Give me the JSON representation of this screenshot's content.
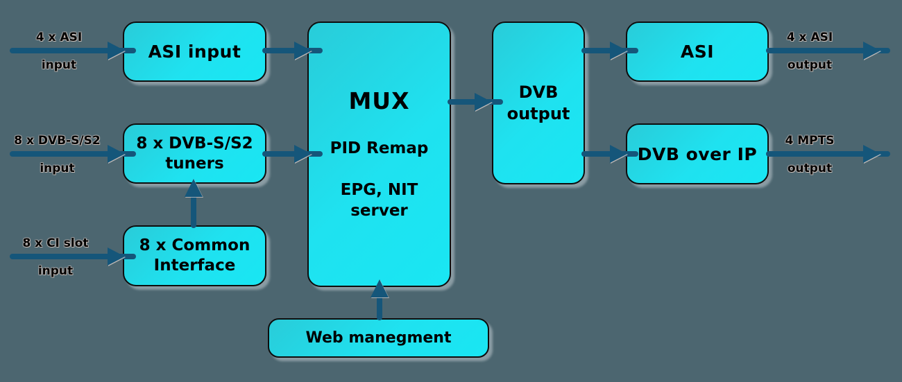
{
  "colors": {
    "background": "#4c6670",
    "box_fill": "#1fdbe9",
    "box_border": "#0d0d0d",
    "arrow": "#15567a",
    "text": "#000000"
  },
  "nodes": {
    "asi_input": {
      "label": "ASI input"
    },
    "dvb_tuners": {
      "line1": "8 x DVB-S/S2",
      "line2": "tuners"
    },
    "common_interface": {
      "line1": "8 x Common",
      "line2": "Interface"
    },
    "mux": {
      "title": "MUX",
      "feature1": "PID Remap",
      "feature2_line1": "EPG, NIT",
      "feature2_line2": "server"
    },
    "dvb_output": {
      "line1": "DVB",
      "line2": "output"
    },
    "asi": {
      "label": "ASI"
    },
    "dvb_over_ip": {
      "label": "DVB over IP"
    },
    "web_management": {
      "label": "Web manegment"
    }
  },
  "io_labels": {
    "asi_in": {
      "line1": "4 x ASI",
      "line2": "input"
    },
    "dvb_in": {
      "line1": "8 x DVB-S/S2",
      "line2": "input"
    },
    "ci_in": {
      "line1": "8 x CI slot",
      "line2": "input"
    },
    "asi_out": {
      "line1": "4 x ASI",
      "line2": "output"
    },
    "mpts_out": {
      "line1": "4 MPTS",
      "line2": "output"
    }
  }
}
